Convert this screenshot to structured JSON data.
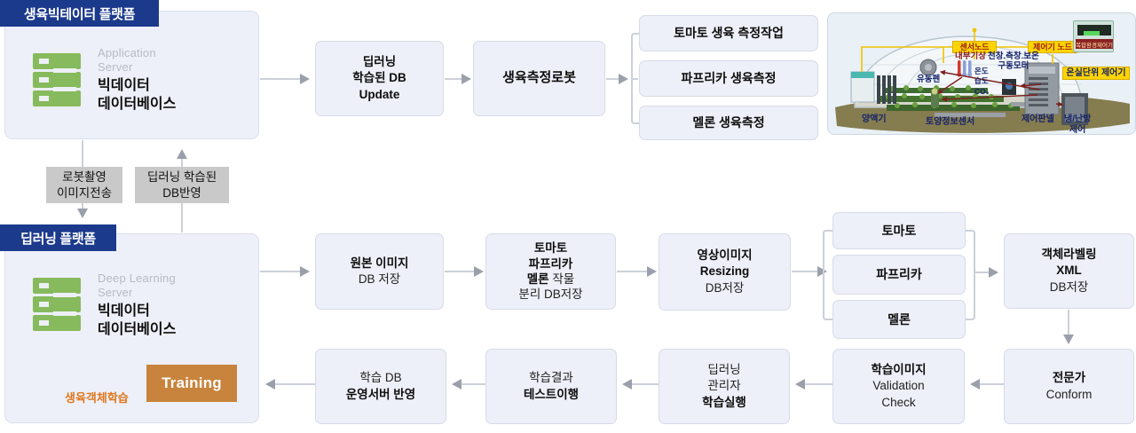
{
  "platform_top": {
    "badge": "생육빅테이터 플랫폼",
    "server_en_1": "Application",
    "server_en_2": "Server",
    "title_1": "빅데이터",
    "title_2": "데이터베이스"
  },
  "platform_bottom": {
    "badge": "딥러닝 플랫폼",
    "server_en_1": "Deep Learning",
    "server_en_2": "Server",
    "title_1": "빅데이터",
    "title_2": "데이터베이스",
    "training_label": "Training",
    "training_note": "생육객체학습"
  },
  "transfer": {
    "left_1": "로봇촬영",
    "left_2": "이미지전송",
    "right_1": "딥러닝 학습된",
    "right_2": "DB반영"
  },
  "row1": {
    "dl_update": {
      "l1": "딥러닝",
      "l2": "학습된 DB",
      "l3": "Update"
    },
    "robot": "생육측정로봇",
    "tasks": [
      "토마토 생육 측정작업",
      "파프리카 생육측정",
      "멜론 생육측정"
    ]
  },
  "row2": {
    "original": {
      "l1": "원본 이미지",
      "l2": "DB 저장"
    },
    "separate": {
      "l1": "토마토",
      "l2": "파프리카",
      "l3a": "멜론",
      "l3b": "작물",
      "l4": "분리 DB저장"
    },
    "resizing": {
      "l1": "영상이미지",
      "l2": "Resizing",
      "l3": "DB저장"
    },
    "crops": [
      "토마토",
      "파프리카",
      "멜론"
    ],
    "labeling": {
      "l1": "객체라벨링",
      "l2": "XML",
      "l3": "DB저장"
    }
  },
  "row3": {
    "deploy": {
      "l1": "학습 DB",
      "l2": "운영서버 반영"
    },
    "test": {
      "l1": "학습결과",
      "l2": "테스트이행"
    },
    "run": {
      "l1": "딥러닝",
      "l2": "관리자",
      "l3": "학습실행"
    },
    "validation": {
      "l1": "학습이미지",
      "l2": "Validation",
      "l3": "Check"
    },
    "expert": {
      "l1": "전문가",
      "l2": "Conform"
    }
  },
  "greenhouse": {
    "sensor_node": "센서노드",
    "controller_node": "제어기 노드",
    "unit_controller": "온실단위 제어기",
    "device_label": "복합환경제어기",
    "indoor_weather": "내부기상",
    "motor_1": "천창.측창.보온",
    "motor_2": "구동모터",
    "temp": "온도",
    "humid": "습도",
    "co2": "CO₂",
    "fan": "유동펜",
    "nutrient": "양액기",
    "soil_sensor": "토양정보센서",
    "panel": "제어판넬",
    "hvac_1": "냉/난방",
    "hvac_2": "제어"
  },
  "colors": {
    "badge_navy": "#1c3a8c",
    "box_fill": "#edf0f8",
    "server_green": "#87ba5c",
    "training_orange": "#c8843c",
    "note_orange": "#e0761c",
    "arrow_gray": "#9aa0ab",
    "dark_arrow": "#4e5c66",
    "tag_gray": "#c9c9c9",
    "label_yellow": "#ffd400"
  }
}
